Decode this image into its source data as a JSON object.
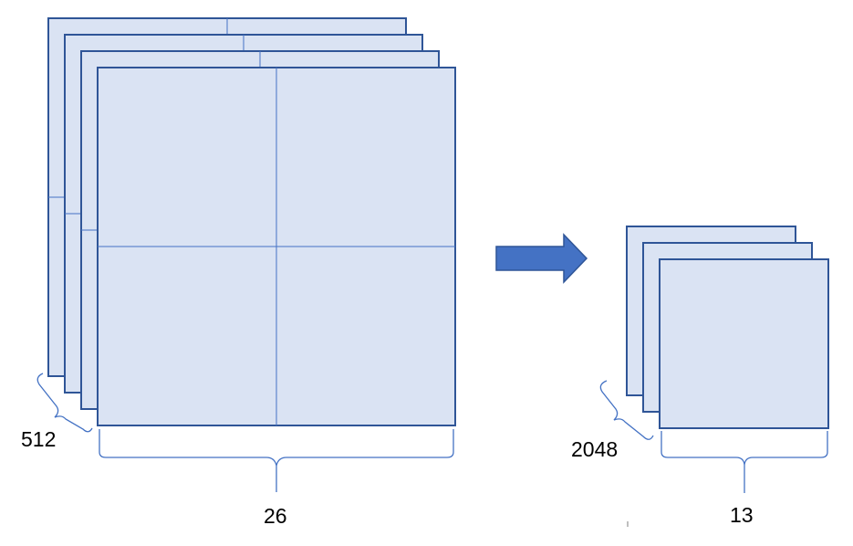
{
  "colors": {
    "fill": "#dae3f3",
    "stroke": "#2f5597",
    "grid": "#4472c4",
    "brace": "#4472c4",
    "arrow_fill": "#4472c4",
    "arrow_stroke": "#2f5597"
  },
  "input_block": {
    "depth_label": "512",
    "size_label": "26"
  },
  "output_block": {
    "depth_label": "2048",
    "size_label": "13"
  }
}
